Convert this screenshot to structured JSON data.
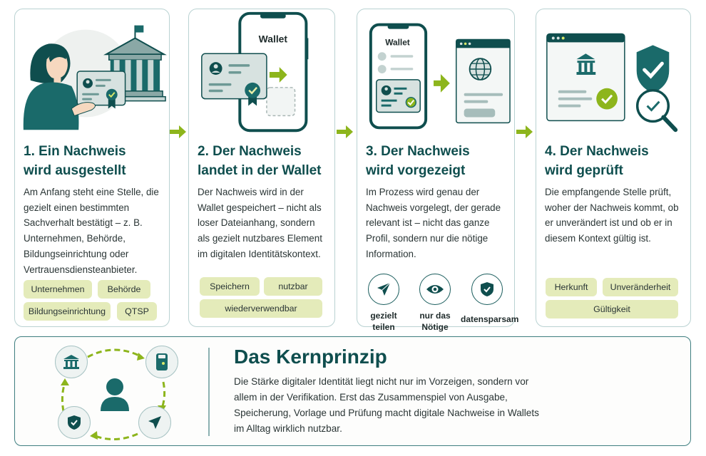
{
  "colors": {
    "primary": "#0f4e4e",
    "teal": "#1a6a6a",
    "accent": "#8db51c",
    "tag_bg": "#e4ebba",
    "card_border": "#b9d2d2",
    "panel_gray": "#d7e2e0"
  },
  "steps": [
    {
      "title_line1": "1. Ein Nachweis",
      "title_line2": "wird ausgestellt",
      "body": "Am Anfang steht eine Stelle, die gezielt einen bestimmten Sachverhalt bestätigt – z. B. Unternehmen, Behörde, Bildungseinrichtung oder Vertrauensdiensteanbieter.",
      "tags": [
        "Unternehmen",
        "Behörde",
        "Bildungseinrichtung",
        "QTSP"
      ],
      "illustration": "person-handing-certificate-building-icon"
    },
    {
      "title_line1": "2. Der Nachweis",
      "title_line2": "landet in der Wallet",
      "body": "Der Nachweis wird in der Wallet gespeichert – nicht als loser Dateianhang, sondern als gezielt nutzbares Element im digitalen Identitätskontext.",
      "tags": [
        "Speichern",
        "nutzbar",
        "wiederverwendbar"
      ],
      "phone_label": "Wallet",
      "illustration": "certificate-into-wallet-phone-icon"
    },
    {
      "title_line1": "3. Der Nachweis",
      "title_line2": "wird vorgezeigt",
      "body": "Im Prozess wird genau der Nachweis vorgelegt, der gerade relevant ist – nicht das ganze Profil, sondern nur die nötige Information.",
      "phone_label": "Wallet",
      "features": [
        {
          "label1": "gezielt",
          "label2": "teilen",
          "icon": "paper-plane-icon"
        },
        {
          "label1": "nur das",
          "label2": "Nötige",
          "icon": "eye-icon"
        },
        {
          "label1": "datensparsam",
          "label2": "",
          "icon": "shield-check-icon"
        }
      ],
      "illustration": "wallet-to-website-icon"
    },
    {
      "title_line1": "4. Der Nachweis",
      "title_line2": "wird geprüft",
      "body": "Die empfangende Stelle prüft, woher der Nachweis kommt, ob er unverändert ist und ob er in diesem Kontext gültig ist.",
      "tags": [
        "Herkunft",
        "Unveränderheit",
        "Gültigkeit"
      ],
      "illustration": "verification-browser-shield-magnifier-icon"
    }
  ],
  "core": {
    "title": "Das Kernprinzip",
    "body": "Die Stärke digitaler Identität liegt nicht nur im Vorzeigen, sondern vor allem in der Verifikation. Erst das Zusammenspiel von Ausgabe, Speicherung, Vorlage und Prüfung macht digitale Nachweise in Wallets im Alltag wirklich nutzbar.",
    "cycle_icons": [
      "bank-icon",
      "wallet-phone-icon",
      "paper-plane-icon",
      "shield-check-icon"
    ],
    "center_icon": "user-icon"
  }
}
